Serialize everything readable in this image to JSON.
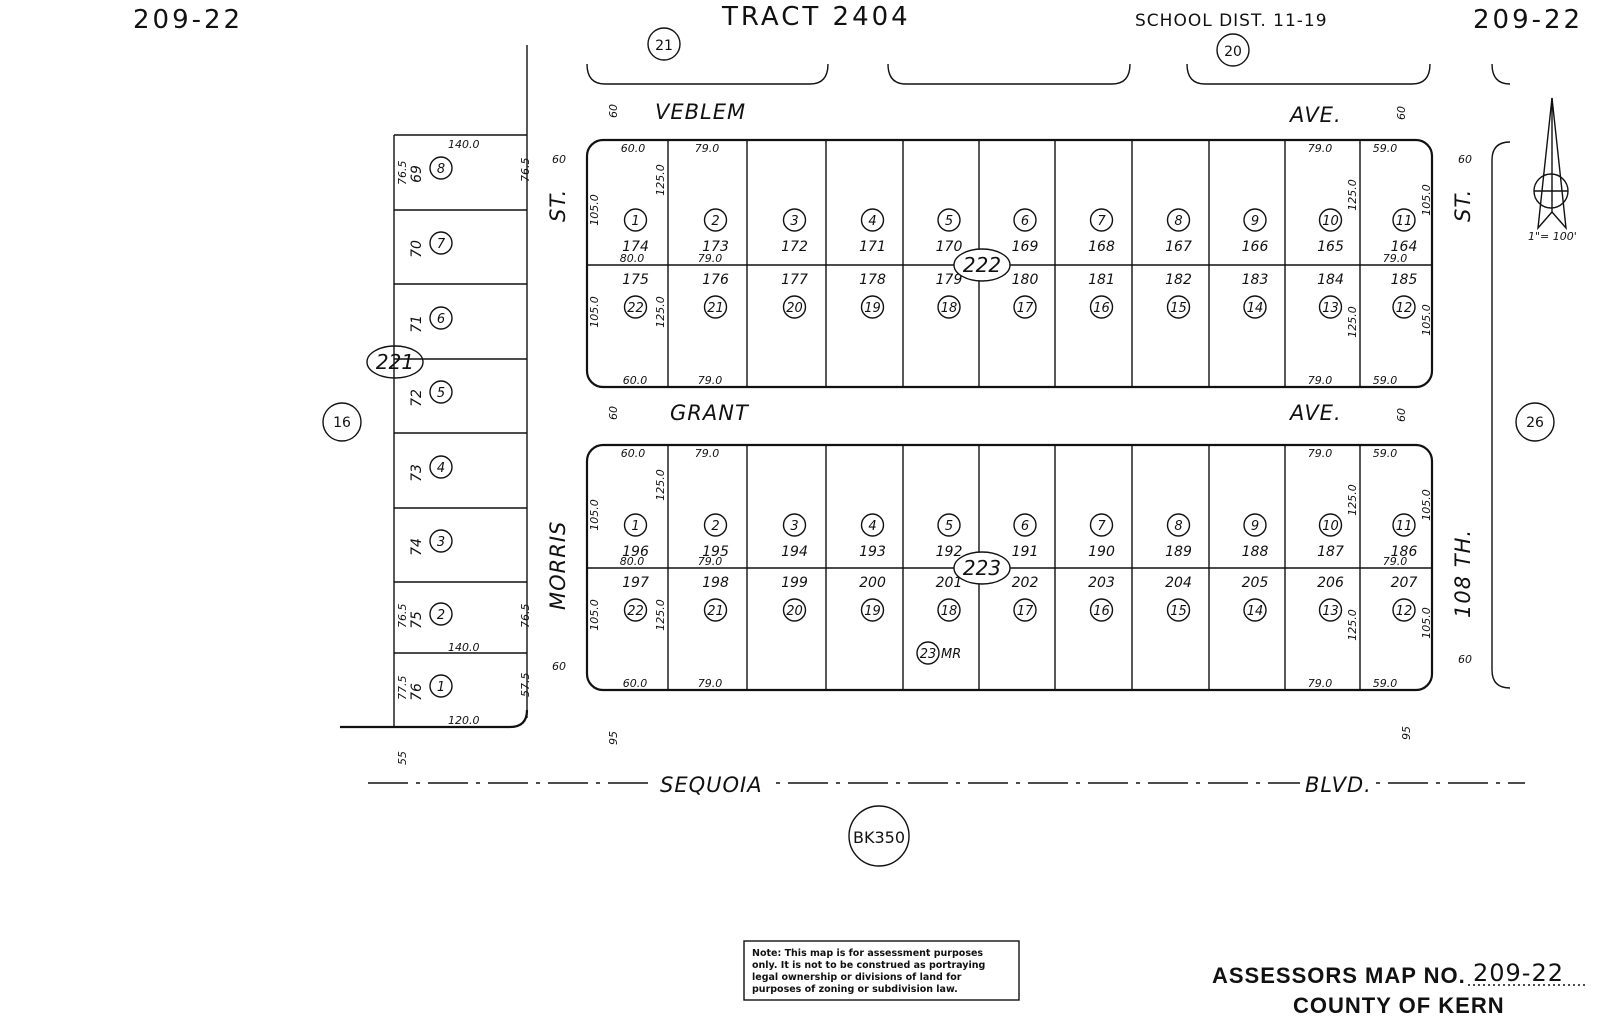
{
  "header": {
    "map_no_left": "209-22",
    "title": "TRACT 2404",
    "school_dist": "SCHOOL DIST. 11-19",
    "map_no_right": "209-22"
  },
  "neighbor_maps": {
    "top_left": "21",
    "top_right": "20",
    "left": "16",
    "right": "26",
    "bottom": "BK350"
  },
  "streets": {
    "veblem_1": "VEBLEM",
    "veblem_2": "AVE.",
    "grant_1": "GRANT",
    "grant_2": "AVE.",
    "morris_st": "ST.",
    "morris": "MORRIS",
    "east_st": "ST.",
    "east_108": "108 TH.",
    "sequoia": "SEQUOIA",
    "blvd": "BLVD."
  },
  "street_widths": {
    "veblem_left": "60",
    "veblem_right": "60",
    "grant_left": "60",
    "grant_right": "60",
    "morris_top": "60",
    "morris_bottom": "60",
    "east_top": "60",
    "east_bottom": "60",
    "sequoia_left": "95",
    "sequoia_right": "95",
    "sequoia_west": "55"
  },
  "scale": "1\"= 100'",
  "blocks": {
    "b221": "221",
    "b222": "222",
    "b223": "223"
  },
  "block_221": {
    "lots": [
      {
        "apn": "69",
        "lot": "8"
      },
      {
        "apn": "70",
        "lot": "7"
      },
      {
        "apn": "71",
        "lot": "6"
      },
      {
        "apn": "72",
        "lot": "5"
      },
      {
        "apn": "73",
        "lot": "4"
      },
      {
        "apn": "74",
        "lot": "3"
      },
      {
        "apn": "75",
        "lot": "2"
      },
      {
        "apn": "76",
        "lot": "1"
      }
    ],
    "dims": {
      "top": "140.0",
      "mid": "140.0",
      "bottom": "120.0",
      "l8_left": "76.5",
      "l8_right": "76.5",
      "l2_left": "76.5",
      "l2_right": "76.5",
      "l1_left": "77.5",
      "l1_right": "57.5"
    }
  },
  "block_222": {
    "north": {
      "lots": [
        "1",
        "2",
        "3",
        "4",
        "5",
        "6",
        "7",
        "8",
        "9",
        "10",
        "11"
      ],
      "apns": [
        "174",
        "173",
        "172",
        "171",
        "170",
        "169",
        "168",
        "167",
        "166",
        "165",
        "164"
      ]
    },
    "south": {
      "apns": [
        "175",
        "176",
        "177",
        "178",
        "179",
        "180",
        "181",
        "182",
        "183",
        "184",
        "185"
      ],
      "lots": [
        "22",
        "21",
        "20",
        "19",
        "18",
        "17",
        "16",
        "15",
        "14",
        "13",
        "12"
      ]
    },
    "dims": {
      "top_1": "60.0",
      "top_2": "79.0",
      "top_10": "79.0",
      "top_11": "59.0",
      "mid_1": "80.0",
      "mid_2": "79.0",
      "mid_11": "79.0",
      "bot_1": "60.0",
      "bot_2": "79.0",
      "bot_10": "79.0",
      "bot_11": "59.0",
      "v_left_n": "105.0",
      "v_in_n": "125.0",
      "v_left_s": "105.0",
      "v_in_s": "125.0",
      "v_rin_n": "125.0",
      "v_right_n": "105.0",
      "v_rin_s": "125.0",
      "v_right_s": "105.0"
    }
  },
  "block_223": {
    "north": {
      "lots": [
        "1",
        "2",
        "3",
        "4",
        "5",
        "6",
        "7",
        "8",
        "9",
        "10",
        "11"
      ],
      "apns": [
        "196",
        "195",
        "194",
        "193",
        "192",
        "191",
        "190",
        "189",
        "188",
        "187",
        "186"
      ]
    },
    "south": {
      "apns": [
        "197",
        "198",
        "199",
        "200",
        "201",
        "202",
        "203",
        "204",
        "205",
        "206",
        "207"
      ],
      "lots": [
        "22",
        "21",
        "20",
        "19",
        "18",
        "17",
        "16",
        "15",
        "14",
        "13",
        "12"
      ]
    },
    "extra": {
      "lot": "23",
      "suffix": "MR"
    },
    "dims": {
      "top_1": "60.0",
      "top_2": "79.0",
      "top_10": "79.0",
      "top_11": "59.0",
      "mid_1": "80.0",
      "mid_2": "79.0",
      "mid_11": "79.0",
      "bot_1": "60.0",
      "bot_2": "79.0",
      "bot_10": "79.0",
      "bot_11": "59.0",
      "v_left_n": "105.0",
      "v_in_n": "125.0",
      "v_left_s": "105.0",
      "v_in_s": "125.0",
      "v_rin_n": "125.0",
      "v_right_n": "105.0",
      "v_rin_s": "125.0",
      "v_right_s": "105.0"
    }
  },
  "note": {
    "line1": "Note: This map is for assessment purposes",
    "line2": "only. It is not to be construed as portraying",
    "line3": "legal ownership or divisions of land for",
    "line4": "purposes of zoning or subdivision law."
  },
  "footer": {
    "map_no_label": "ASSESSORS MAP NO.",
    "map_no": "209-22",
    "county": "COUNTY OF KERN"
  }
}
